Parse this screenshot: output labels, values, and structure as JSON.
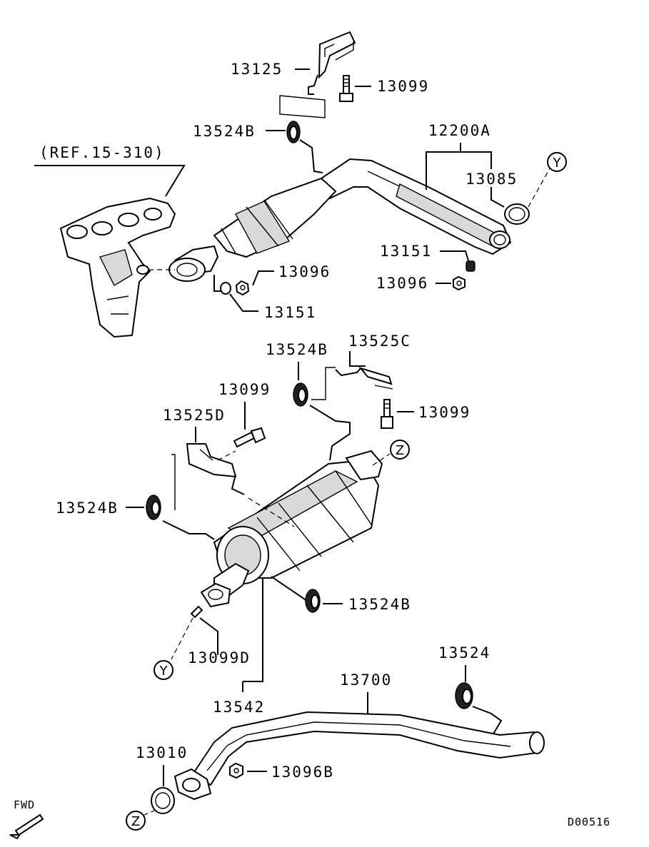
{
  "labels": {
    "p13125": "13125",
    "p13099_top": "13099",
    "p13524B_top": "13524B",
    "p12200A": "12200A",
    "ref": "(REF.15-310)",
    "p13085": "13085",
    "p13151_right": "13151",
    "p13096_left": "13096",
    "p13096_right": "13096",
    "p13151_left": "13151",
    "p13524B_mid": "13524B",
    "p13525C": "13525C",
    "p13099_midleft": "13099",
    "p13099_midright": "13099",
    "p13525D": "13525D",
    "p13524B_left": "13524B",
    "p13524B_right": "13524B",
    "p13099D": "13099D",
    "p13542": "13542",
    "p13524": "13524",
    "p13700": "13700",
    "p13010": "13010",
    "p13096B": "13096B",
    "fwd": "FWD",
    "code": "D00516"
  },
  "callouts": {
    "y_top": "Y",
    "z_mid": "Z",
    "y_bottom": "Y",
    "z_bottom": "Z"
  }
}
